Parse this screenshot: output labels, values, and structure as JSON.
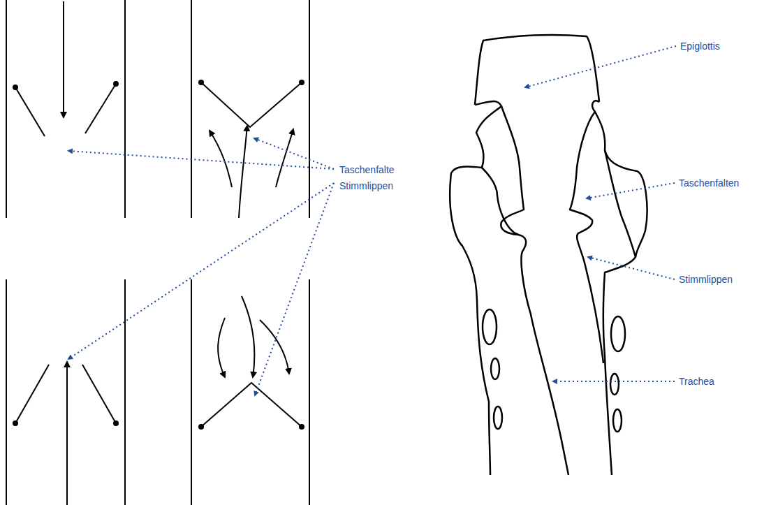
{
  "diagram": {
    "labels": [
      "Taschenfalte",
      "Stimmlippen",
      "Epiglottis",
      "Taschenfalten",
      "Stimmlippen",
      "Trachea"
    ]
  }
}
